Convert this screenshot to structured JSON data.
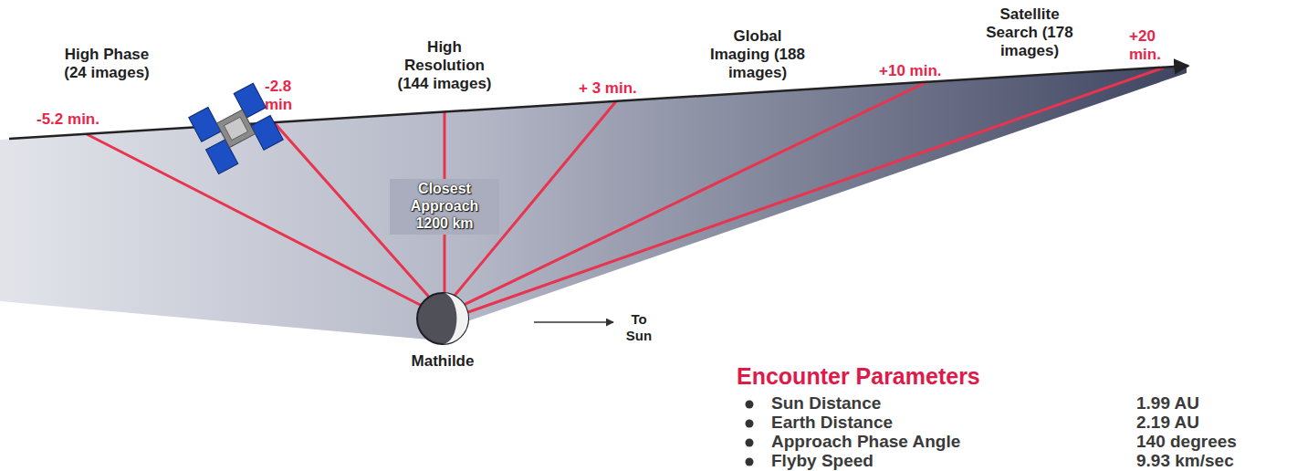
{
  "diagram": {
    "nodes": [
      {
        "text": [
          "Mathilde"
        ]
      }
    ],
    "labels": [
      "High Phase (24 images)",
      "-5.2 min.",
      "-2.8 min",
      "High Resolution (144 images)",
      "Closest Approach 1200 km",
      "+ 3 min.",
      "Global Imaging (188 images)",
      "+10 min.",
      "Satellite Search (178 images)",
      "+20 min.",
      "To Sun",
      "Encounter Parameters",
      "Sun Distance",
      "1.99 AU",
      "Earth Distance",
      "2.19 AU",
      "Approach Phase Angle",
      "140 degrees",
      "Flyby Speed",
      "9.93 km/sec"
    ]
  }
}
